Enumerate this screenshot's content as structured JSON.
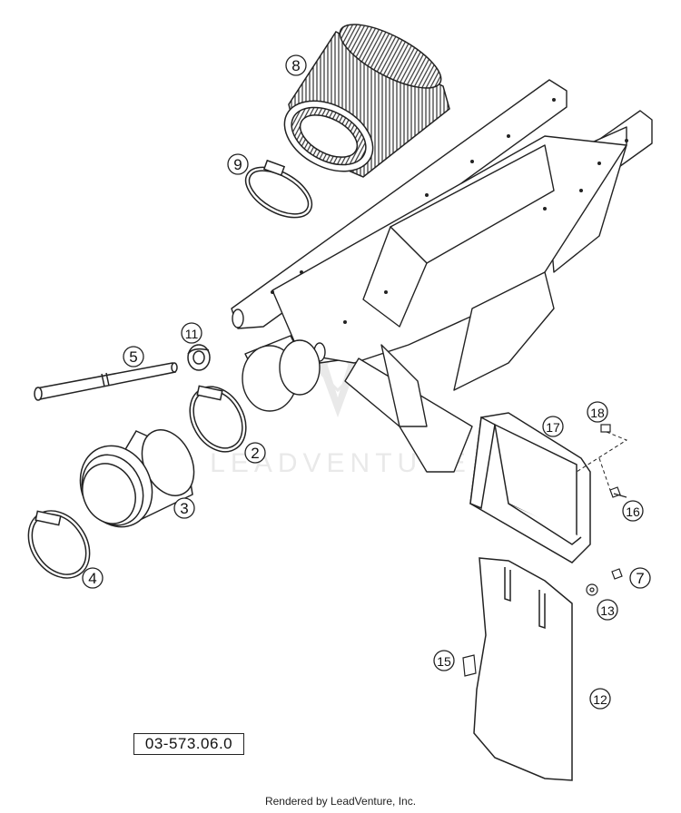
{
  "diagram": {
    "reference_code": "03-573.06.0",
    "watermark": "LEADVENTURE",
    "footer": "Rendered by LeadVenture, Inc."
  },
  "callouts": [
    {
      "id": "8",
      "label": "8"
    },
    {
      "id": "9",
      "label": "9"
    },
    {
      "id": "11",
      "label": "11"
    },
    {
      "id": "5",
      "label": "5"
    },
    {
      "id": "2",
      "label": "2"
    },
    {
      "id": "3",
      "label": "3"
    },
    {
      "id": "4",
      "label": "4"
    },
    {
      "id": "18",
      "label": "18"
    },
    {
      "id": "17",
      "label": "17"
    },
    {
      "id": "16",
      "label": "16"
    },
    {
      "id": "7",
      "label": "7"
    },
    {
      "id": "13",
      "label": "13"
    },
    {
      "id": "15",
      "label": "15"
    },
    {
      "id": "12",
      "label": "12"
    }
  ]
}
